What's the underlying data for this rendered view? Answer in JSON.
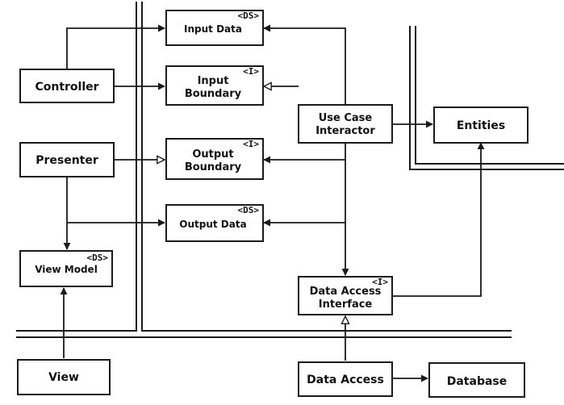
{
  "boxes": {
    "controller": {
      "label": [
        "Controller"
      ],
      "stereotype": ""
    },
    "presenter": {
      "label": [
        "Presenter"
      ],
      "stereotype": ""
    },
    "view_model": {
      "label": [
        "View Model"
      ],
      "stereotype": "<DS>"
    },
    "view": {
      "label": [
        "View"
      ],
      "stereotype": ""
    },
    "input_data": {
      "label": [
        "Input Data"
      ],
      "stereotype": "<DS>"
    },
    "input_boundary": {
      "label": [
        "Input",
        "Boundary"
      ],
      "stereotype": "<I>"
    },
    "output_boundary": {
      "label": [
        "Output",
        "Boundary"
      ],
      "stereotype": "<I>"
    },
    "output_data": {
      "label": [
        "Output Data"
      ],
      "stereotype": "<DS>"
    },
    "use_case_interactor": {
      "label": [
        "Use Case",
        "Interactor"
      ],
      "stereotype": ""
    },
    "data_access_interface": {
      "label": [
        "Data Access",
        "Interface"
      ],
      "stereotype": "<I>"
    },
    "data_access": {
      "label": [
        "Data Access"
      ],
      "stereotype": ""
    },
    "entities": {
      "label": [
        "Entities"
      ],
      "stereotype": ""
    },
    "database": {
      "label": [
        "Database"
      ],
      "stereotype": ""
    }
  },
  "connections": [
    {
      "from": "controller",
      "to": "input_data",
      "head": "open"
    },
    {
      "from": "controller",
      "to": "input_boundary",
      "head": "open"
    },
    {
      "from": "use_case_interactor",
      "to": "input_data",
      "head": "open"
    },
    {
      "from": "use_case_interactor",
      "to": "input_boundary",
      "head": "hollow"
    },
    {
      "from": "presenter",
      "to": "output_boundary",
      "head": "hollow"
    },
    {
      "from": "use_case_interactor",
      "to": "output_boundary",
      "head": "open"
    },
    {
      "from": "presenter",
      "to": "output_data",
      "head": "open"
    },
    {
      "from": "use_case_interactor",
      "to": "output_data",
      "head": "open"
    },
    {
      "from": "presenter",
      "to": "view_model",
      "head": "open"
    },
    {
      "from": "view",
      "to": "view_model",
      "head": "open"
    },
    {
      "from": "use_case_interactor",
      "to": "entities",
      "head": "open"
    },
    {
      "from": "use_case_interactor",
      "to": "data_access_interface",
      "head": "open"
    },
    {
      "from": "data_access_interface",
      "to": "entities",
      "head": "open"
    },
    {
      "from": "data_access",
      "to": "data_access_interface",
      "head": "hollow"
    },
    {
      "from": "data_access",
      "to": "database",
      "head": "open"
    }
  ],
  "colors": {
    "ink": "#1a1a1a",
    "background": "#ffffff"
  }
}
